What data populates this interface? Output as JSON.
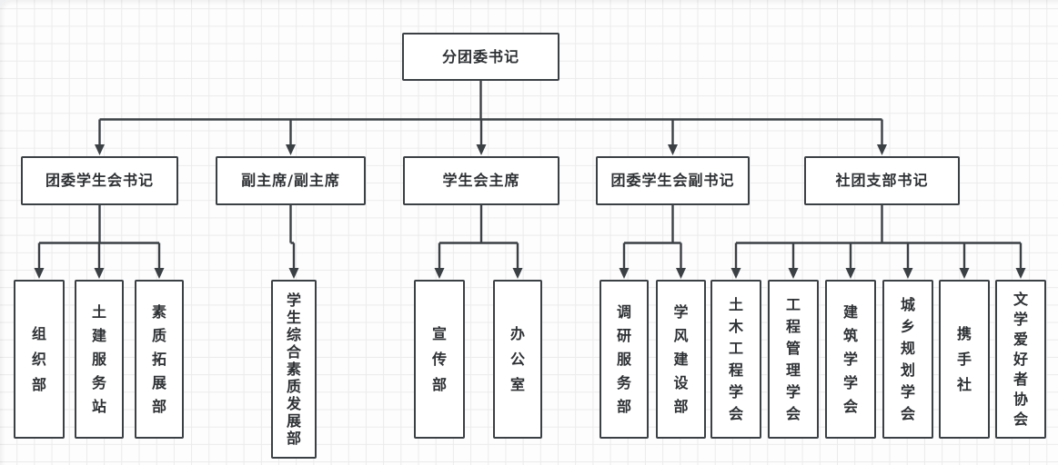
{
  "canvas": {
    "background": "#fdfdfd",
    "grid_color": "#ebebeb",
    "line_color": "#3b4045",
    "box_fill": "#ffffff",
    "text_color": "#2e3134"
  },
  "org_chart": {
    "type": "organization-tree",
    "nodes": [
      {
        "id": "root",
        "label": "分团委书记",
        "parent": null,
        "text_direction": "horizontal"
      },
      {
        "id": "n1",
        "label": "团委学生会书记",
        "parent": "root",
        "text_direction": "horizontal"
      },
      {
        "id": "n2",
        "label": "副主席/副主席",
        "parent": "root",
        "text_direction": "horizontal"
      },
      {
        "id": "n3",
        "label": "学生会主席",
        "parent": "root",
        "text_direction": "horizontal"
      },
      {
        "id": "n4",
        "label": "团委学生会副书记",
        "parent": "root",
        "text_direction": "horizontal"
      },
      {
        "id": "n5",
        "label": "社团支部书记",
        "parent": "root",
        "text_direction": "horizontal"
      },
      {
        "id": "c11",
        "label": "组织部",
        "parent": "n1",
        "text_direction": "vertical"
      },
      {
        "id": "c12",
        "label": "土建服务站",
        "parent": "n1",
        "text_direction": "vertical"
      },
      {
        "id": "c13",
        "label": "素质拓展部",
        "parent": "n1",
        "text_direction": "vertical"
      },
      {
        "id": "c21",
        "label": "学生综合素质发展部",
        "parent": "n2",
        "text_direction": "vertical"
      },
      {
        "id": "c31",
        "label": "宣传部",
        "parent": "n3",
        "text_direction": "vertical"
      },
      {
        "id": "c32",
        "label": "办公室",
        "parent": "n3",
        "text_direction": "vertical"
      },
      {
        "id": "c41",
        "label": "调研服务部",
        "parent": "n4",
        "text_direction": "vertical"
      },
      {
        "id": "c42",
        "label": "学风建设部",
        "parent": "n4",
        "text_direction": "vertical"
      },
      {
        "id": "c51",
        "label": "土木工程学会",
        "parent": "n5",
        "text_direction": "vertical"
      },
      {
        "id": "c52",
        "label": "工程管理学会",
        "parent": "n5",
        "text_direction": "vertical"
      },
      {
        "id": "c53",
        "label": "建筑学学会",
        "parent": "n5",
        "text_direction": "vertical"
      },
      {
        "id": "c54",
        "label": "城乡规划学会",
        "parent": "n5",
        "text_direction": "vertical"
      },
      {
        "id": "c55",
        "label": "携手社",
        "parent": "n5",
        "text_direction": "vertical"
      },
      {
        "id": "c56",
        "label": "文学爱好者协会",
        "parent": "n5",
        "text_direction": "vertical"
      }
    ]
  }
}
